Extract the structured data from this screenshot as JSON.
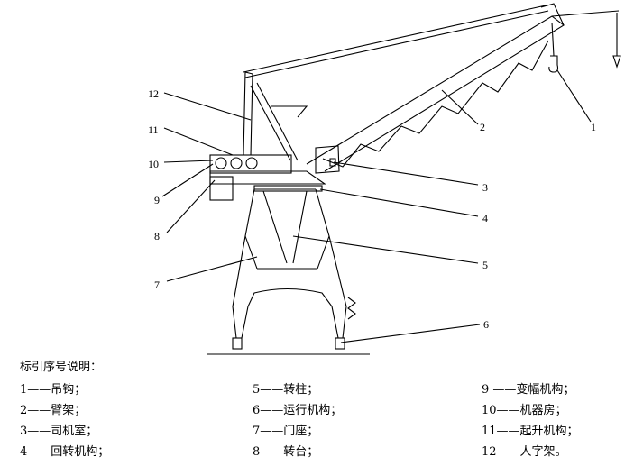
{
  "callouts": [
    "1",
    "2",
    "3",
    "4",
    "5",
    "6",
    "7",
    "8",
    "9",
    "10",
    "11",
    "12"
  ],
  "legend": {
    "title": "标引序号说明：",
    "entries": [
      "1——吊钩；",
      "2——臂架；",
      "3——司机室；",
      "4——回转机构；",
      "5——转柱；",
      "6——运行机构；",
      "7——门座；",
      "8——转台；",
      "9 ——变幅机构；",
      "10——机器房；",
      "11——起升机构；",
      "12——人字架。"
    ]
  }
}
